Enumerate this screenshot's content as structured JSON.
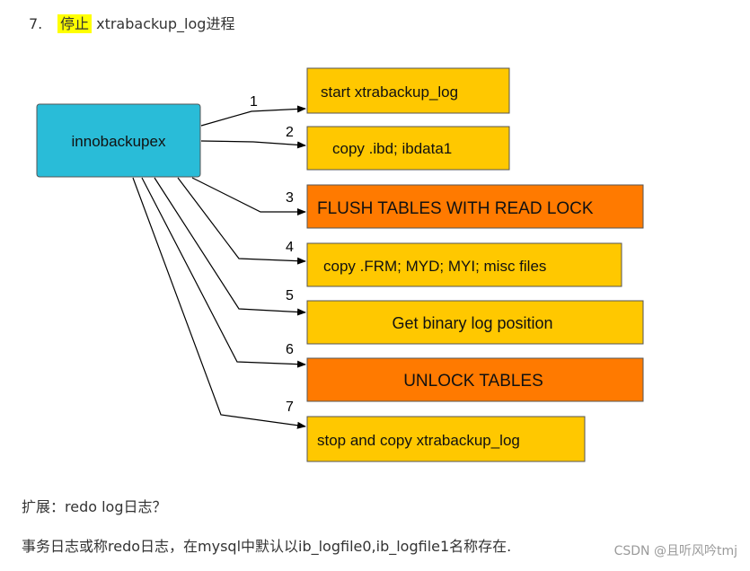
{
  "list_item": {
    "number": "7.",
    "highlight": "停止",
    "rest": " xtrabackup_log进程"
  },
  "diagram": {
    "source": "innobackupex",
    "steps": [
      {
        "num": "1",
        "label": "start xtrabackup_log",
        "color": "#ffc800"
      },
      {
        "num": "2",
        "label": "copy .ibd; ibdata1",
        "color": "#ffc800"
      },
      {
        "num": "3",
        "label": "FLUSH TABLES WITH READ LOCK",
        "color": "#ff7a00"
      },
      {
        "num": "4",
        "label": "copy .FRM; MYD; MYI; misc files",
        "color": "#ffc800"
      },
      {
        "num": "5",
        "label": "Get binary log position",
        "color": "#ffc800"
      },
      {
        "num": "6",
        "label": "UNLOCK TABLES",
        "color": "#ff7a00"
      },
      {
        "num": "7",
        "label": "stop and copy xtrabackup_log",
        "color": "#ffc800"
      }
    ],
    "colors": {
      "source_fill": "#29bcd8",
      "yellow": "#ffc800",
      "orange": "#ff7a00",
      "border": "#555555"
    }
  },
  "paragraph1": "扩展：redo log日志？",
  "paragraph2": "事务日志或称redo日志，在mysql中默认以ib_logfile0,ib_logfile1名称存在.",
  "watermark": "CSDN @且听风吟tmj"
}
